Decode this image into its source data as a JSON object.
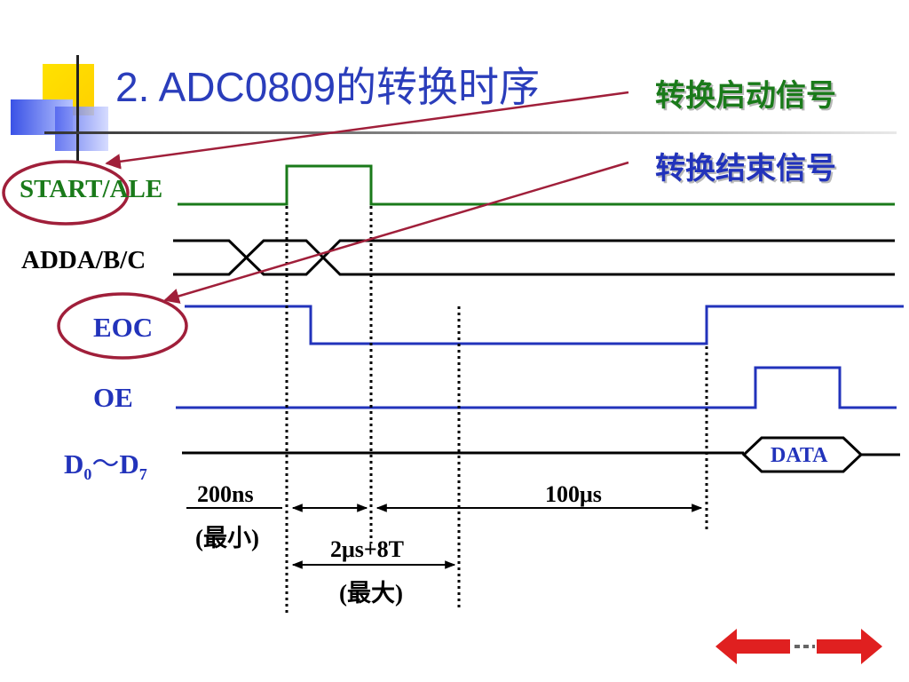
{
  "slide": {
    "title": "2. ADC0809的转换时序",
    "callouts": {
      "start_signal": "转换启动信号",
      "end_signal": "转换结束信号"
    }
  },
  "signals": {
    "start_ale": "START/ALE",
    "address": "ADDA/B/C",
    "eoc": "EOC",
    "oe": "OE",
    "data_bus": "D",
    "data_bus_low_index": "0",
    "data_bus_separator": "～",
    "data_bus_high_index": "7",
    "data_box": "DATA"
  },
  "timing": {
    "t_pulse_value": "200ns",
    "t_pulse_note": "(最小)",
    "t_conv_value": "100μs",
    "t_eoc_delay_value": "2μs+8T",
    "t_eoc_delay_note": "(最大)"
  },
  "colors": {
    "title": "#2a3dbb",
    "start_ale": "#1a7a1a",
    "eoc": "#2233bb",
    "oe": "#2233bb",
    "callout_start": "#1a7a1a",
    "callout_end": "#2233bb",
    "circle": "#a01f3a",
    "nav_arrows": "#e02020"
  },
  "nav": {
    "prev": "left-arrow-icon",
    "next": "right-arrow-icon"
  }
}
